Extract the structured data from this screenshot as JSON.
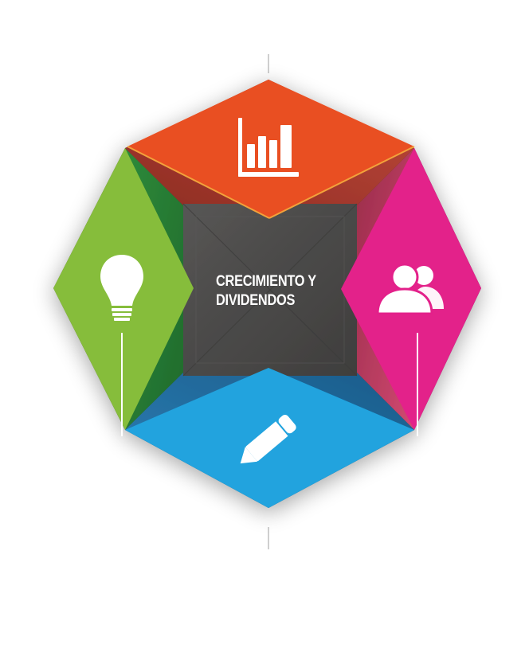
{
  "center": {
    "title_line1": "CRECIMIENTO Y",
    "title_line2": "DIVIDENDOS"
  },
  "segments": [
    {
      "position": "top",
      "color": "#e94f24",
      "icon": "bar-chart-icon"
    },
    {
      "position": "right",
      "color": "#e3208a",
      "icon": "users-icon"
    },
    {
      "position": "bottom",
      "color": "#20a3de",
      "icon": "pencil-icon"
    },
    {
      "position": "left",
      "color": "#86bd3b",
      "icon": "lightbulb-icon"
    }
  ],
  "colors": {
    "center_bg": "#4b4a49",
    "center_dark": "#3a3939"
  }
}
